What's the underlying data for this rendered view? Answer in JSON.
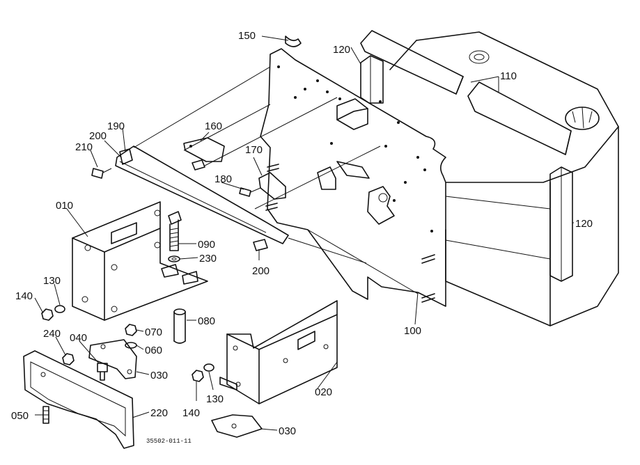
{
  "callouts": {
    "c150": "150",
    "c120a": "120",
    "c110": "110",
    "c160": "160",
    "c190": "190",
    "c200a": "200",
    "c210": "210",
    "c170": "170",
    "c180": "180",
    "c010": "010",
    "c090": "090",
    "c230": "230",
    "c200b": "200",
    "c120b": "120",
    "c130a": "130",
    "c140a": "140",
    "c080": "080",
    "c070": "070",
    "c240": "240",
    "c040": "040",
    "c060": "060",
    "c030a": "030",
    "c100": "100",
    "c020": "020",
    "c140b": "140",
    "c130b": "130",
    "c050": "050",
    "c220": "220",
    "c030b": "030"
  },
  "drawing_code": "35502-011-11"
}
